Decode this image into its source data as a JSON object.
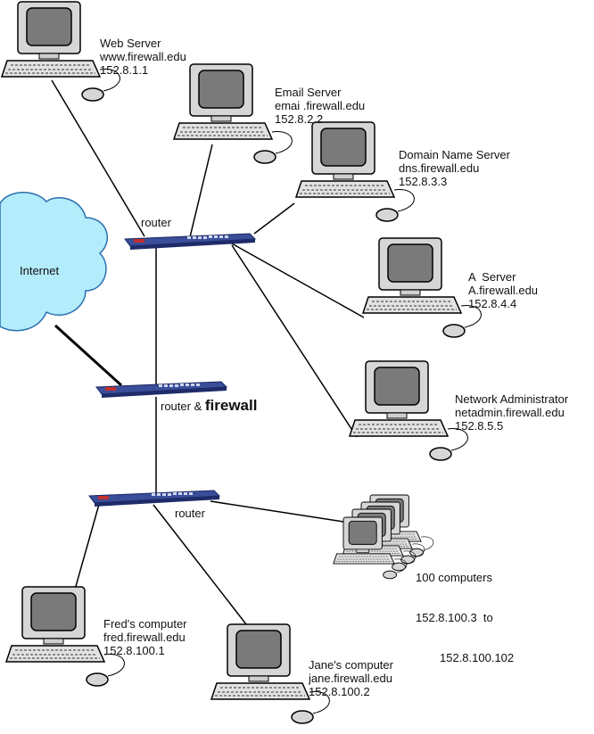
{
  "internet": {
    "label": "Internet"
  },
  "routers": {
    "top": {
      "label": "router"
    },
    "middle": {
      "label_prefix": "router & ",
      "label_emph": "firewall"
    },
    "bottom": {
      "label": "router"
    }
  },
  "servers": [
    {
      "name": "Web Server",
      "host": "www.firewall.edu",
      "ip": "152.8.1.1"
    },
    {
      "name": "Email Server",
      "host": "emai .firewall.edu",
      "ip": "152.8.2.2"
    },
    {
      "name": "Domain Name Server",
      "host": "dns.firewall.edu",
      "ip": "152.8.3.3"
    },
    {
      "name": "A  Server",
      "host": "A.firewall.edu",
      "ip": "152.8.4.4"
    },
    {
      "name": "Network Administrator",
      "host": "netadmin.firewall.edu",
      "ip": "152.8.5.5"
    }
  ],
  "clients": {
    "fred": {
      "name": "Fred's computer",
      "host": "fred.firewall.edu",
      "ip": "152.8.100.1"
    },
    "jane": {
      "name": "Jane's computer",
      "host": "jane.firewall.edu",
      "ip": "152.8.100.2"
    },
    "group": {
      "count_label": "100 computers",
      "range_start": "152.8.100.3  to",
      "range_end": "152.8.100.102"
    }
  },
  "colors": {
    "cloud": "#b3ecfb",
    "cloud_edge": "#2a6fb0",
    "router": "#2b3f86",
    "monitor": "#8a8a8a",
    "screen": "#707070"
  }
}
